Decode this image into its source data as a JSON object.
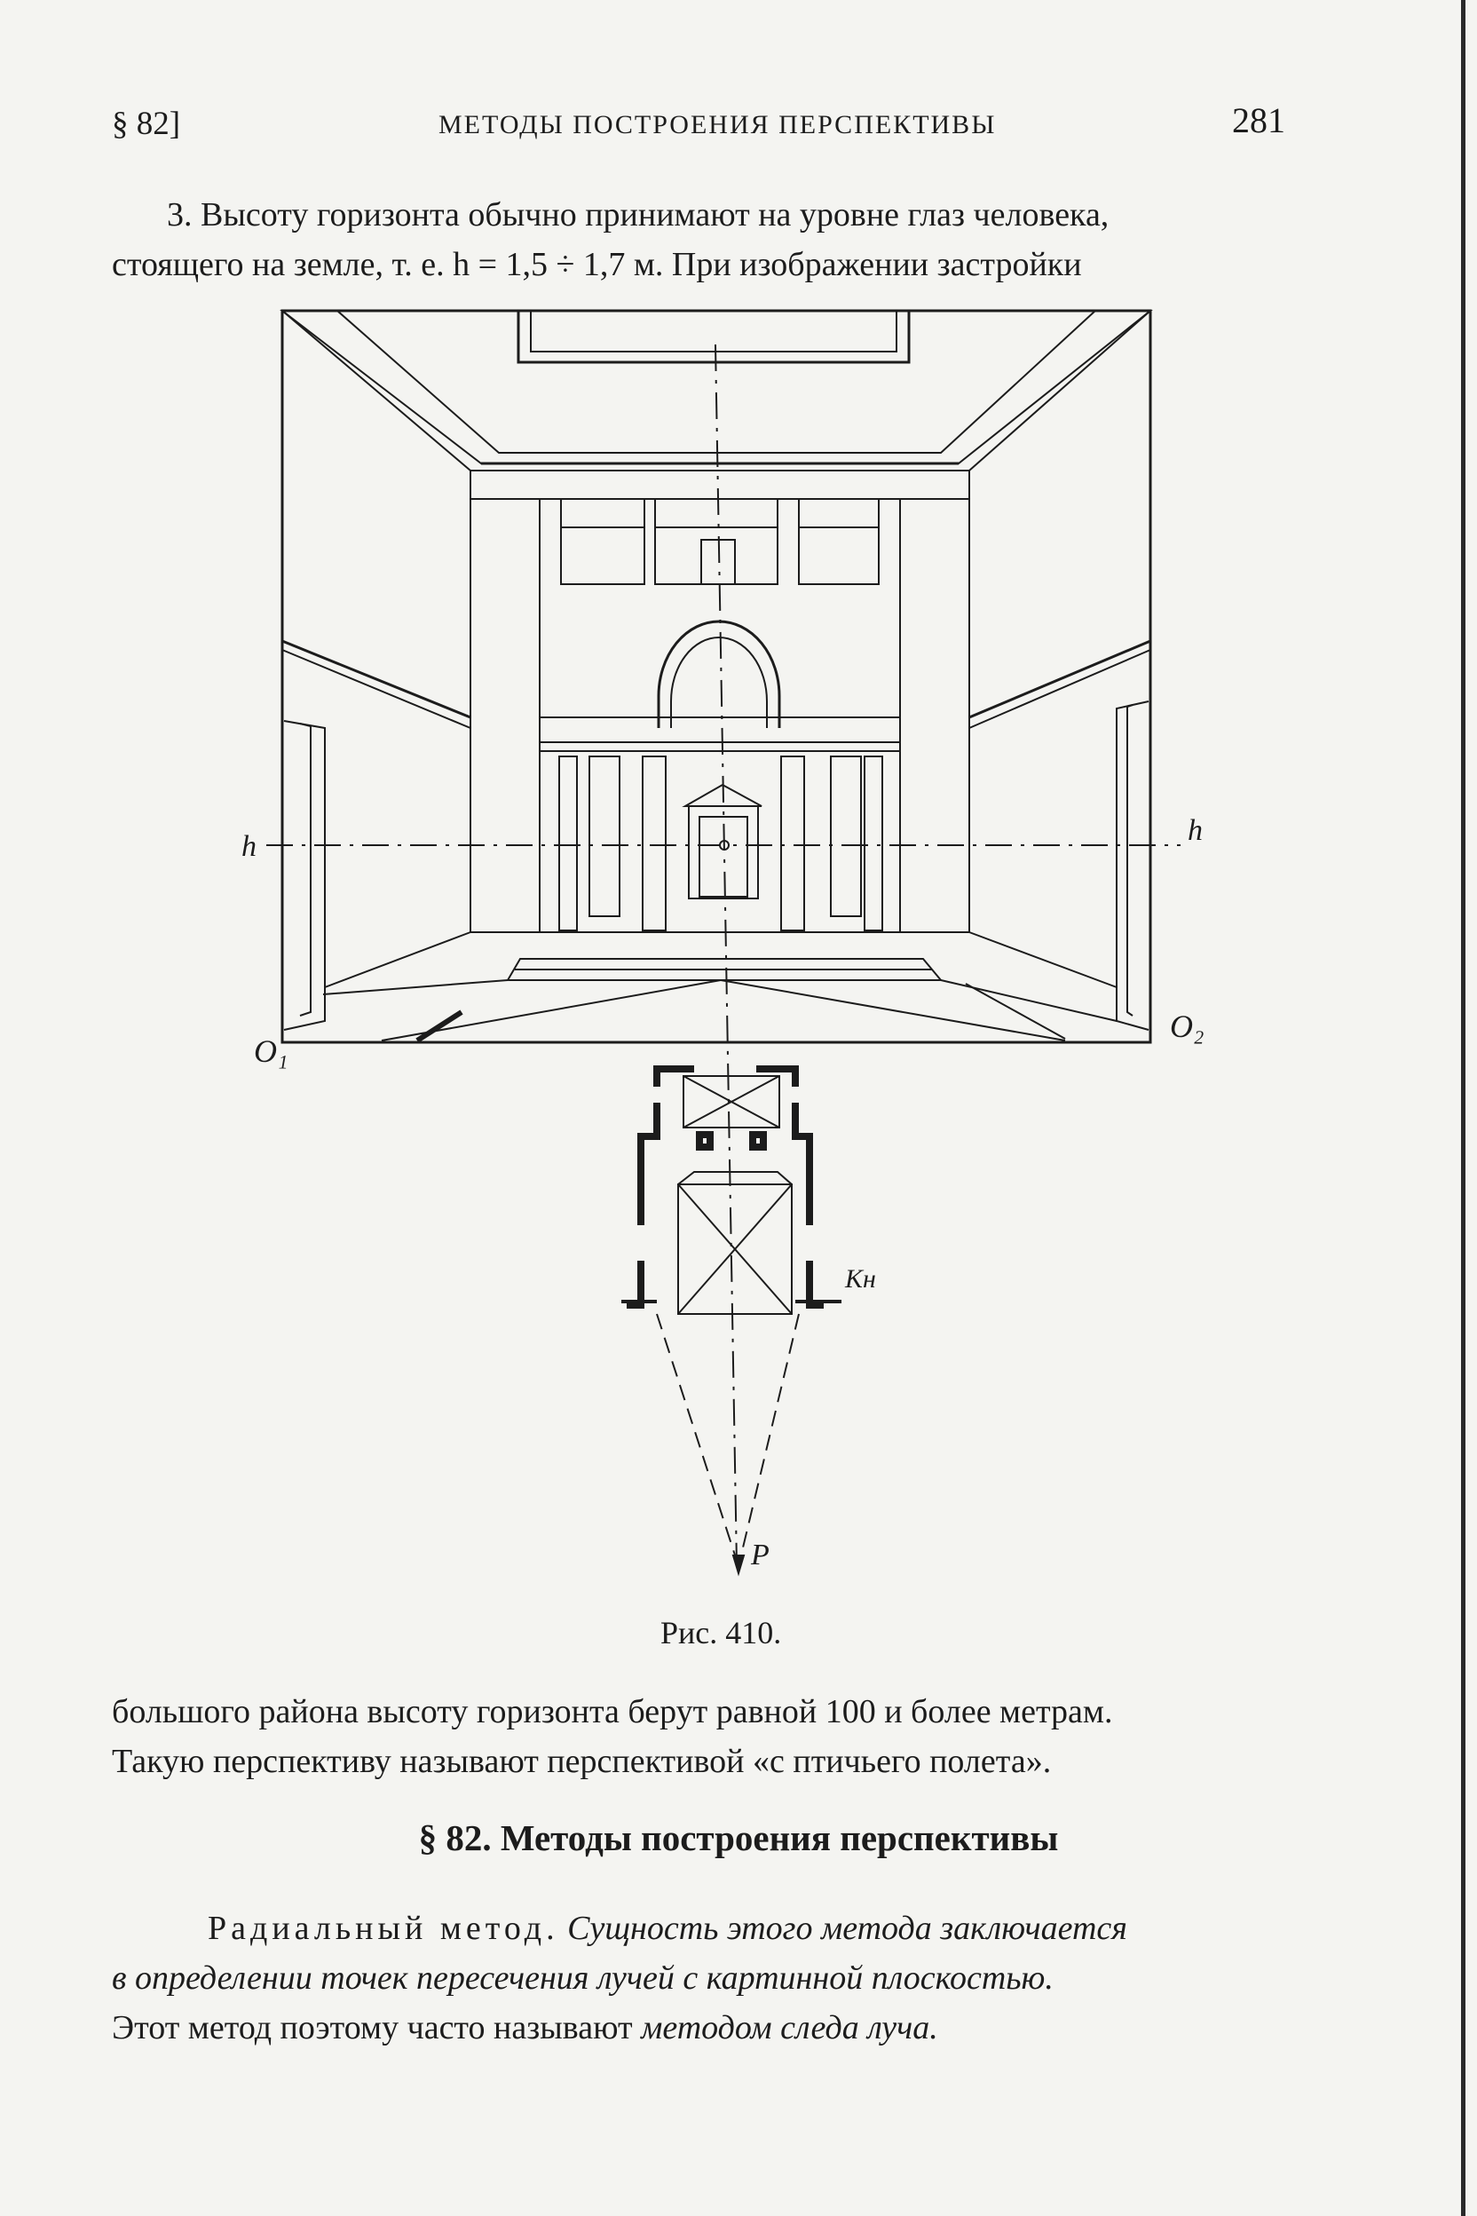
{
  "header": {
    "section_ref": "§ 82]",
    "running_title": "МЕТОДЫ ПОСТРОЕНИЯ ПЕРСПЕКТИВЫ",
    "page_number": "281"
  },
  "paragraph_top": {
    "line1": "3. Высоту горизонта обычно принимают на уровне глаз человека,",
    "line2": "стоящего на земле, т. е. h = 1,5 ÷ 1,7 м. При изображении застройки"
  },
  "figure": {
    "labels": {
      "h_left": "h",
      "h_right": "h",
      "o1": "O₁",
      "o2": "O₂",
      "kh": "Kн",
      "p": "P"
    },
    "caption": "Рис. 410."
  },
  "paragraph_after": {
    "line1": "большого района высоту горизонта берут равной 100 и более метрам.",
    "line2": "Такую перспективу называют перспективой «с птичьего полета»."
  },
  "section_heading": "§ 82. Методы построения перспективы",
  "paragraph_method": {
    "lead": "Радиальный метод.",
    "line1_rest": "Сущность этого метода заключается",
    "line2": "в определении точек пересечения лучей с картинной плоскостью.",
    "line3_plain": "Этот метод поэтому часто называют",
    "line3_italic": "методом следа луча."
  }
}
